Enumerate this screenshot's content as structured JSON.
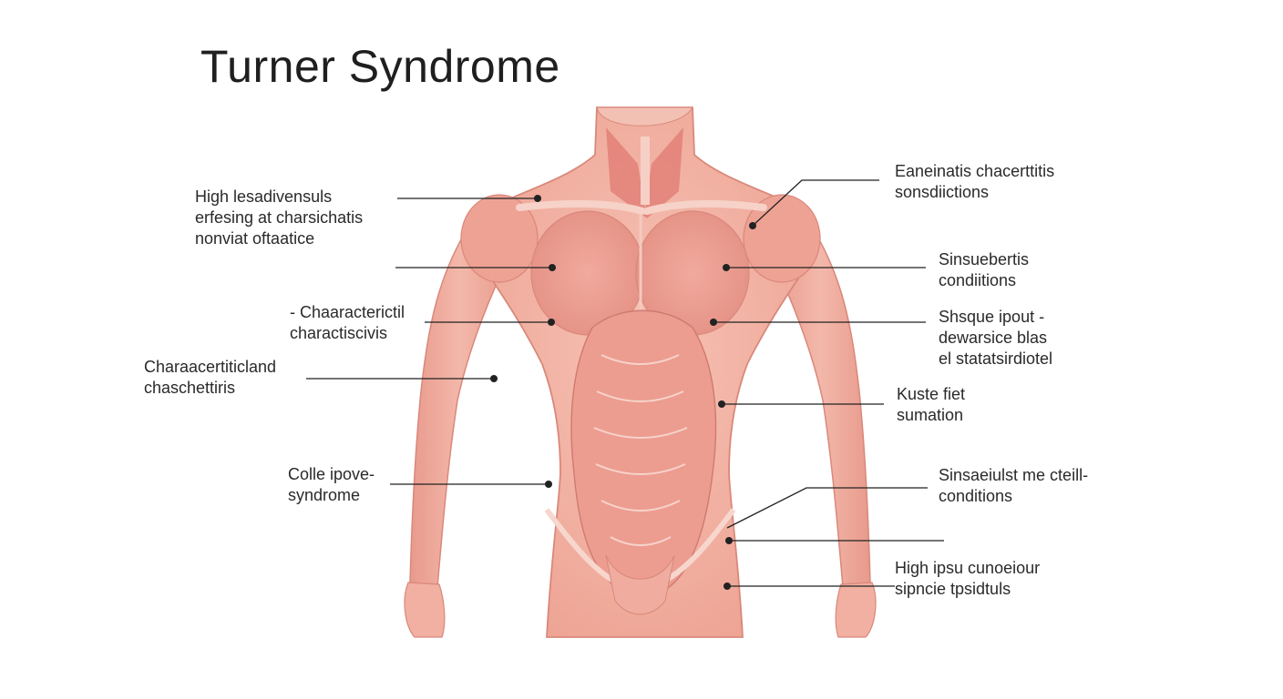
{
  "title": "Turner Syndrome",
  "labels": {
    "l1": [
      "High lesadivensuls",
      "erfesing at charsichatis",
      "nonviat oftaatice"
    ],
    "l2": [
      "- Chaaracterictil",
      "charactiscivis"
    ],
    "l3": [
      "Charaacertiticland",
      "chaschettiris"
    ],
    "l4": [
      "Colle ipove-",
      "syndrome"
    ],
    "r1": [
      "Eaneinatis chacerttitis",
      "sonsdiictions"
    ],
    "r2": [
      "Sinsuebertis",
      "condiitions"
    ],
    "r3": [
      "Shsque ipout -",
      "dewarsice blas",
      "el statatsirdiotel"
    ],
    "r4": [
      "Kuste fiet",
      "sumation"
    ],
    "r5": [
      "Sinsaeiulst me cteill-",
      "conditions"
    ],
    "r6": [
      "High ipsu cunoeiour",
      "sipncie tpsidtuls"
    ]
  },
  "colors": {
    "skin": "#f3b3a5",
    "muscle": "#e58a7f",
    "muscle_dark": "#d06a62",
    "outline": "#d9887b",
    "leader": "#222222"
  }
}
